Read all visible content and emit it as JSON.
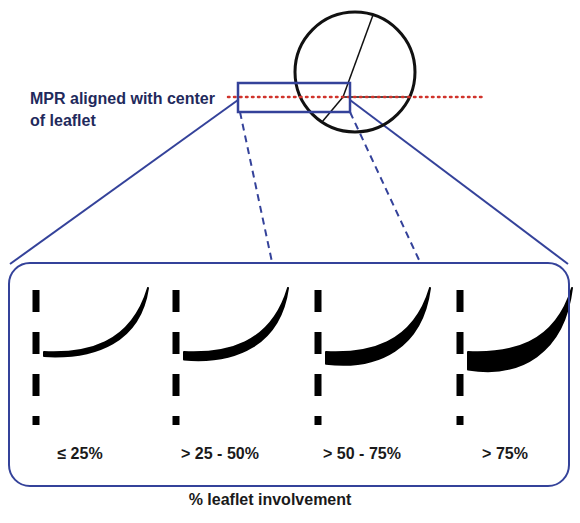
{
  "diagram": {
    "nodes": [
      {
        "text": [
          "≤ 25%",
          "> 25 - 50%",
          "> 50 - 75%",
          "> 75%"
        ]
      }
    ],
    "labels": [
      "MPR aligned with center of leaflet",
      "% leaflet involvement"
    ]
  }
}
